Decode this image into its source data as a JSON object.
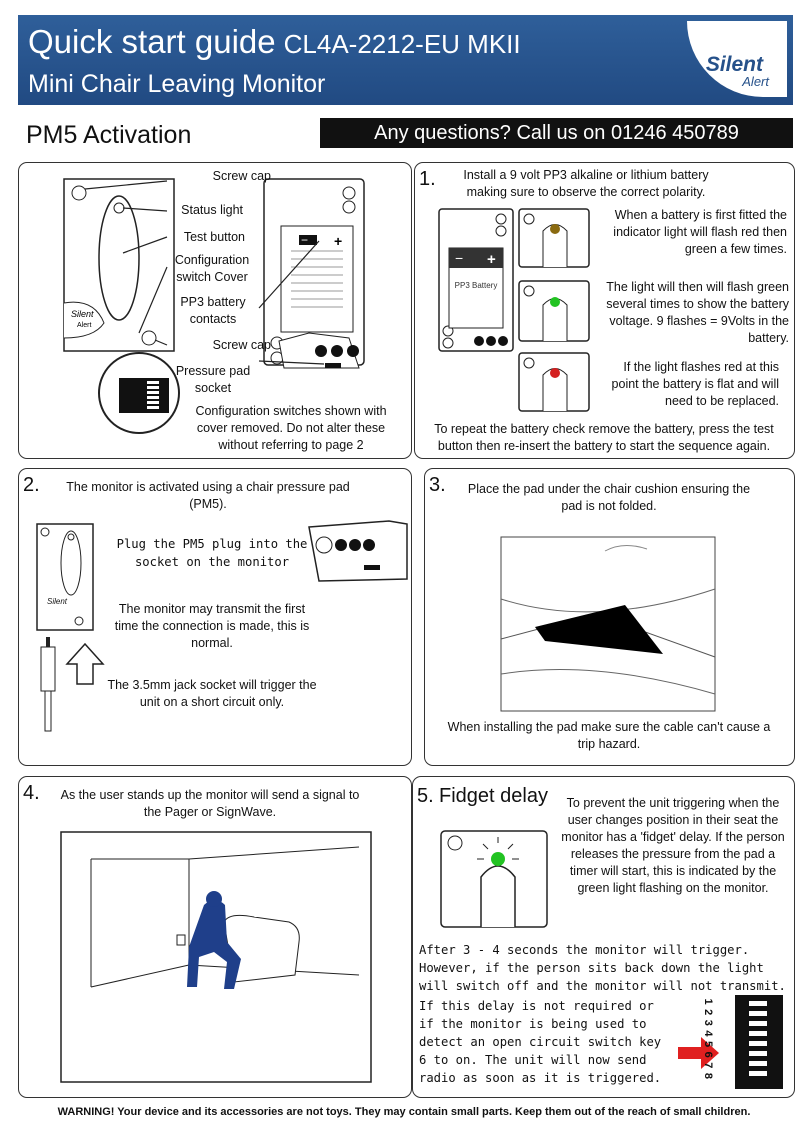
{
  "header": {
    "title": "Quick start guide",
    "model": "CL4A-2212-EU MKII",
    "subtitle": "Mini Chair Leaving Monitor",
    "logo_line1": "Silent",
    "logo_line2": "Alert"
  },
  "section_title": "PM5 Activation",
  "contact_bar": "Any questions? Call us on 01246 450789",
  "activation": {
    "labels": [
      "Screw cap",
      "Status light",
      "Test button",
      "Configuration switch Cover",
      "PP3 battery contacts",
      "Screw cap",
      "Pressure pad socket"
    ],
    "note": "Configuration switches shown with cover removed. Do not alter these without referring to page 2",
    "mini_logo": "Silent Alert"
  },
  "step1": {
    "number": "1.",
    "intro": "Install a 9 volt PP3 alkaline or lithium battery making sure to observe the correct polarity.",
    "battery_label": "PP3 Battery",
    "point_a": "When a battery is first fitted the indicator light will flash red then green a few times.",
    "point_b": "The light will then will flash green several times to show the battery voltage. 9 flashes = 9Volts in the battery.",
    "point_c": "If the light flashes red at this point the battery is flat and will need to be replaced.",
    "footer": "To repeat the battery check remove the battery, press the test button then re-insert the battery to start the sequence again."
  },
  "step2": {
    "number": "2.",
    "intro": "The monitor is activated using a chair pressure pad (PM5).",
    "plug": "Plug the PM5 plug into the socket on the monitor",
    "transmit": "The monitor may transmit the first time the connection is made, this is normal.",
    "jack": "The 3.5mm jack socket will trigger the unit on a short circuit only.",
    "mini_logo": "Silent"
  },
  "step3": {
    "number": "3.",
    "intro": "Place the pad under the chair cushion ensuring the pad is not folded.",
    "footer": "When installing the pad make sure the cable can't cause a trip hazard."
  },
  "step4": {
    "number": "4.",
    "intro": "As the user stands up the monitor will send a signal to the Pager or SignWave."
  },
  "step5": {
    "number": "5.",
    "title": "Fidget delay",
    "desc": "To prevent the unit triggering when the user changes position in their seat the monitor has a 'fidget' delay. If the person releases the pressure from the pad a timer will start, this is indicated by the green light flashing on the monitor.",
    "after": "After 3 - 4 seconds the monitor will trigger. However, if the person sits back down the light will switch off and the monitor will not transmit.",
    "open": "If this delay is not required or if the monitor is being used to detect an open circuit switch key 6 to on. The unit will now send radio as soon as it is triggered.",
    "switch_numbers": "12345678"
  },
  "warning": "WARNING! Your device and its accessories are not toys. They may contain small parts. Keep them out of the reach of small children.",
  "colors": {
    "header_blue": "#2b5a95",
    "led_green": "#22c322",
    "led_red": "#d42020",
    "arrow_red": "#e02020",
    "person_blue": "#1f3f8a"
  }
}
